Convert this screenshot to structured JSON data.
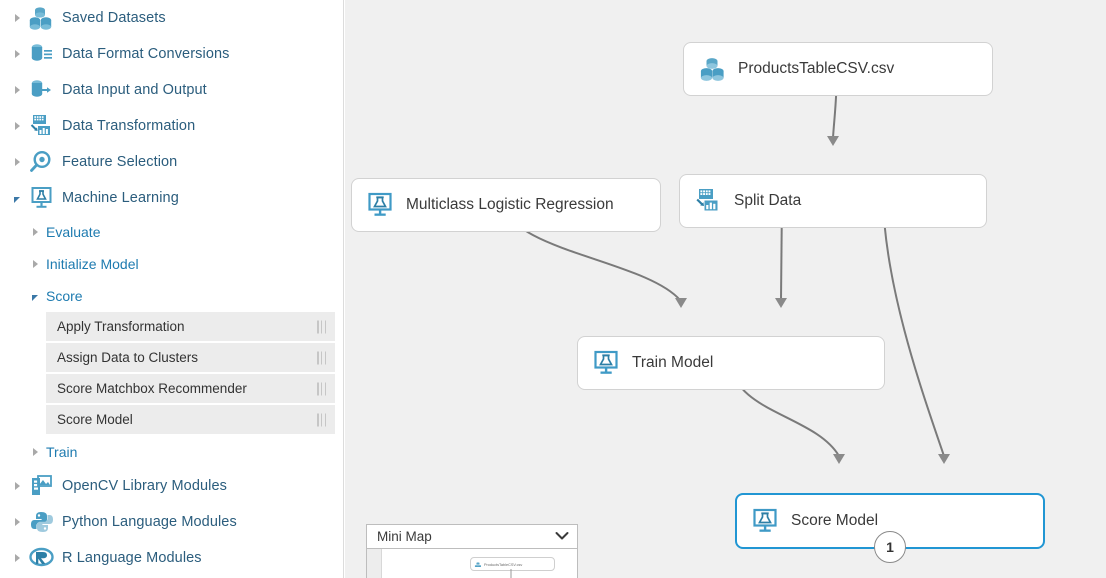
{
  "sidebar": {
    "categories": [
      {
        "label": "Saved Datasets",
        "icon": "datasets-icon",
        "expanded": false
      },
      {
        "label": "Data Format Conversions",
        "icon": "format-conversion-icon",
        "expanded": false
      },
      {
        "label": "Data Input and Output",
        "icon": "data-io-icon",
        "expanded": false
      },
      {
        "label": "Data Transformation",
        "icon": "data-transformation-icon",
        "expanded": false
      },
      {
        "label": "Feature Selection",
        "icon": "feature-selection-icon",
        "expanded": false
      },
      {
        "label": "Machine Learning",
        "icon": "machine-learning-icon",
        "expanded": true
      }
    ],
    "ml_subcategories": [
      {
        "label": "Evaluate",
        "expanded": false
      },
      {
        "label": "Initialize Model",
        "expanded": false
      },
      {
        "label": "Score",
        "expanded": true
      },
      {
        "label": "Train",
        "expanded": false
      }
    ],
    "score_modules": [
      {
        "label": "Apply Transformation"
      },
      {
        "label": "Assign Data to Clusters"
      },
      {
        "label": "Score Matchbox Recommender"
      },
      {
        "label": "Score Model"
      }
    ],
    "bottom_categories": [
      {
        "label": "OpenCV Library Modules",
        "icon": "opencv-icon"
      },
      {
        "label": "Python Language Modules",
        "icon": "python-icon"
      },
      {
        "label": "R Language Modules",
        "icon": "r-icon"
      }
    ]
  },
  "canvas": {
    "nodes": [
      {
        "id": "dataset",
        "label": "ProductsTableCSV.csv",
        "icon": "dataset-icon",
        "selected": false
      },
      {
        "id": "mlr",
        "label": "Multiclass Logistic Regression",
        "icon": "module-icon",
        "selected": false
      },
      {
        "id": "split",
        "label": "Split Data",
        "icon": "data-transformation-icon",
        "selected": false
      },
      {
        "id": "train",
        "label": "Train Model",
        "icon": "module-icon",
        "selected": false
      },
      {
        "id": "score",
        "label": "Score Model",
        "icon": "module-icon",
        "selected": true,
        "badge": "1"
      }
    ]
  },
  "minimap": {
    "title": "Mini Map",
    "chevron": "chevron-down-icon",
    "node_label": "ProductsTableCSV.csv"
  },
  "colors": {
    "accent": "#1e7bb0",
    "selection": "#2196d3",
    "icon_blue": "#4a9ec4",
    "canvas_bg": "#f0f0f0",
    "module_row": "#ececec",
    "edge": "#7a7a7a"
  }
}
